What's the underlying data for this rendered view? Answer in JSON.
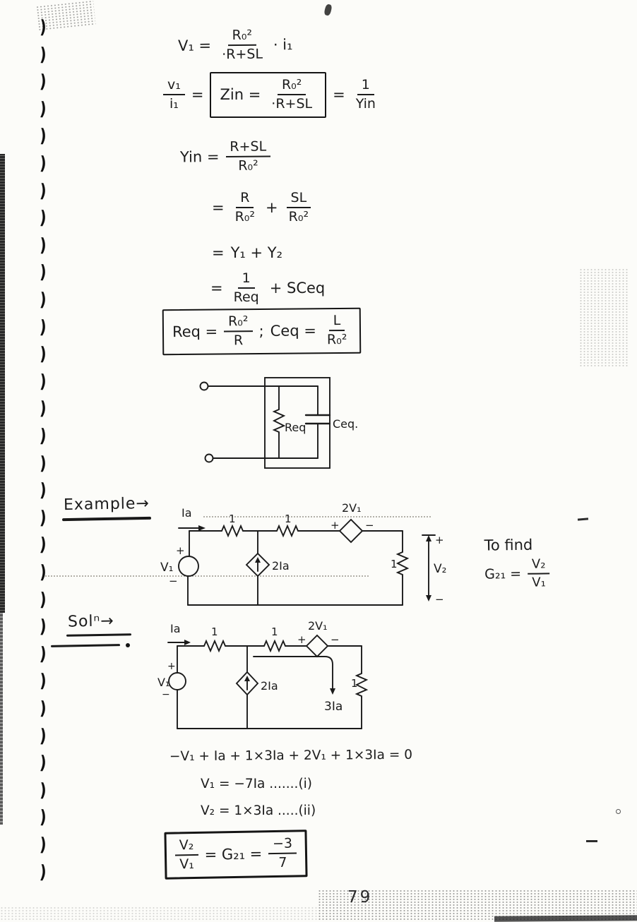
{
  "page": {
    "number": "79"
  },
  "derivation": {
    "line1": {
      "lhs": "V₁ =",
      "num": "R₀²",
      "den": "·R+SL",
      "rhs": "· i₁"
    },
    "line2": {
      "lhs_num": "v₁",
      "lhs_den": "i₁",
      "eq1": "=",
      "box": {
        "lhs": "Zin =",
        "num": "R₀²",
        "den": "·R+SL"
      },
      "eq2": "=",
      "rhs_num": "1",
      "rhs_den": "Yin"
    },
    "line3": {
      "lhs": "Yin =",
      "num": "R+SL",
      "den": "R₀²"
    },
    "line4": {
      "eq": "=",
      "f1_num": "R",
      "f1_den": "R₀²",
      "op": "+",
      "f2_num": "SL",
      "f2_den": "R₀²"
    },
    "line5": {
      "eq": "=",
      "rhs": "Y₁ + Y₂"
    },
    "line6": {
      "eq": "=",
      "f_num": "1",
      "f_den": "Req",
      "rhs": "+ SCeq"
    },
    "result_box": {
      "lhs": "Req =",
      "f1_num": "R₀²",
      "f1_den": "R",
      "sep": ";",
      "mid": "Ceq =",
      "f2_num": "L",
      "f2_den": "R₀²"
    }
  },
  "equiv_circuit": {
    "resistor_label": "Req",
    "capacitor_label": "Ceq."
  },
  "example": {
    "heading": "Example→",
    "circuit": {
      "current_label": "Ia",
      "r1_label": "1",
      "r2_label": "1",
      "dep_v_label": "2V₁",
      "dep_v_plus": "+",
      "dep_v_minus": "−",
      "source_label": "V₁",
      "source_plus": "+",
      "source_minus": "−",
      "dep_i_label": "2Ia",
      "load_label": "1",
      "out_plus": "+",
      "out_minus": "−",
      "out_label": "V₂"
    },
    "objective": {
      "line1": "To find",
      "lhs": "G₂₁ =",
      "num": "V₂",
      "den": "V₁"
    }
  },
  "solution": {
    "heading": "Solⁿ→",
    "circuit": {
      "current_label": "Ia",
      "r1_label": "1",
      "r2_label": "1",
      "dep_v_label": "2V₁",
      "dep_v_plus": "+",
      "dep_v_minus": "−",
      "source_label": "V₁",
      "source_plus": "+",
      "source_minus": "−",
      "dep_i_label": "2Ia",
      "load_label": "1",
      "branch_current_label": "3Ia"
    },
    "kvl": "−V₁ + Ia + 1×3Ia + 2V₁ + 1×3Ia = 0",
    "eq_i": "V₁ = −7Ia .......(i)",
    "eq_ii": "V₂ = 1×3Ia .....(ii)",
    "result_box": {
      "num": "V₂",
      "den": "V₁",
      "mid": "= G₂₁ =",
      "f_num": "−3",
      "f_den": "7"
    }
  },
  "decor": {
    "binding_marks": 32
  }
}
